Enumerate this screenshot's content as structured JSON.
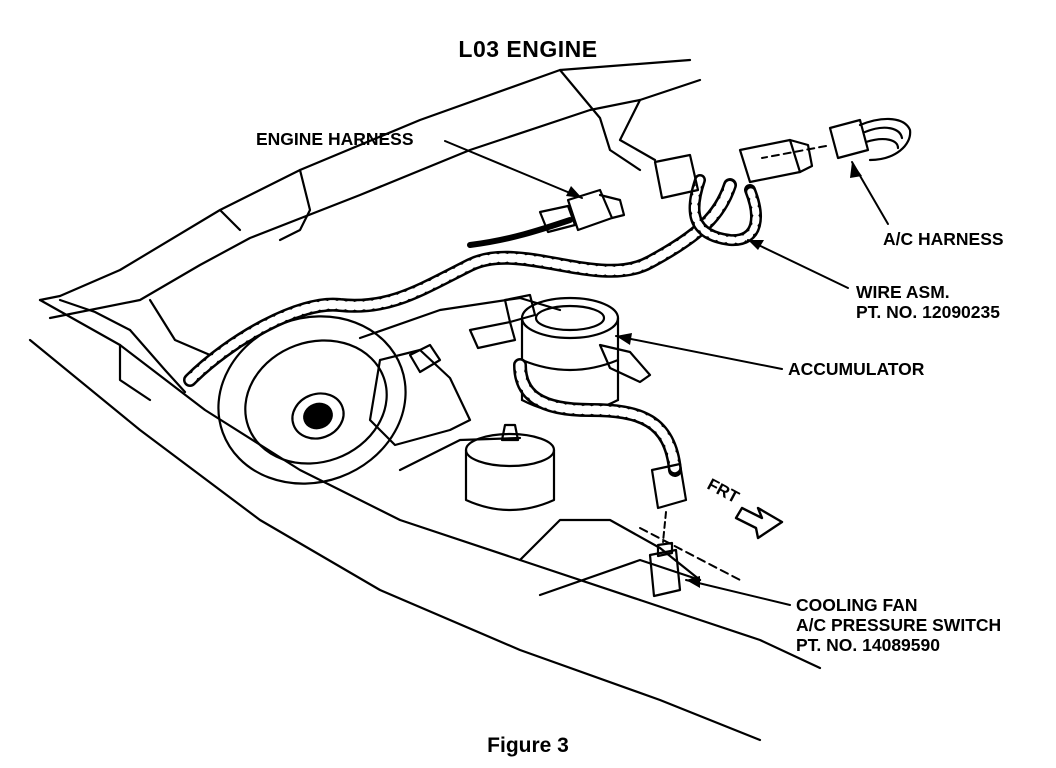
{
  "title": "L03 ENGINE",
  "caption": "Figure 3",
  "direction_label": "FRT",
  "labels": {
    "engine_harness": "ENGINE HARNESS",
    "ac_harness": "A/C HARNESS",
    "wire_asm_line1": "WIRE ASM.",
    "wire_asm_line2": "PT. NO. 12090235",
    "accumulator": "ACCUMULATOR",
    "cooling_fan_line1": "COOLING FAN",
    "cooling_fan_line2": "A/C PRESSURE SWITCH",
    "cooling_fan_line3": "PT. NO. 14089590"
  },
  "colors": {
    "ink": "#000000",
    "paper": "#ffffff"
  }
}
